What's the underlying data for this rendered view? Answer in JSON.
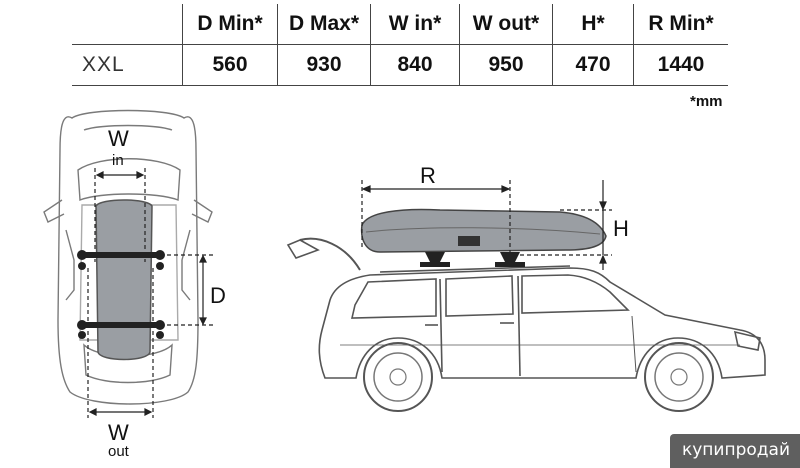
{
  "table": {
    "headers": [
      "",
      "D Min*",
      "D Max*",
      "W in*",
      "W out*",
      "H*",
      "R Min*"
    ],
    "rows": [
      [
        "XXL",
        "560",
        "930",
        "840",
        "950",
        "470",
        "1440"
      ]
    ]
  },
  "unit_note": "*mm",
  "labels": {
    "w_in_main": "W",
    "w_in_sub": "in",
    "w_out_main": "W",
    "w_out_sub": "out",
    "d": "D",
    "r": "R",
    "h": "H"
  },
  "watermark": "купипродай",
  "colors": {
    "text": "#111111",
    "box_fill": "#9a9ea3",
    "outline": "#555555",
    "dashed": "#222222",
    "watermark_bg": "#3c3c3c"
  }
}
